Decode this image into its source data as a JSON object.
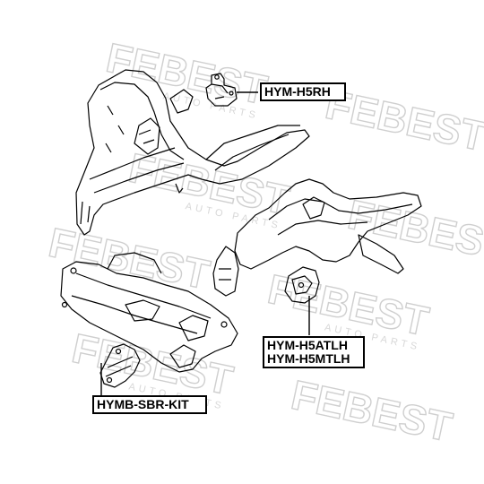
{
  "watermark": {
    "brand": "FEBEST",
    "tagline": "AUTO PARTS"
  },
  "callouts": {
    "engine_mount_right": "HYM-H5RH",
    "transmission_mount_left_line1": "HYM-H5ATLH",
    "transmission_mount_left_line2": "HYM-H5MTLH",
    "rear_mount_kit": "HYMB-SBR-KIT"
  },
  "colors": {
    "line": "#000000",
    "watermark": "#cfcfcf",
    "background": "#ffffff"
  }
}
